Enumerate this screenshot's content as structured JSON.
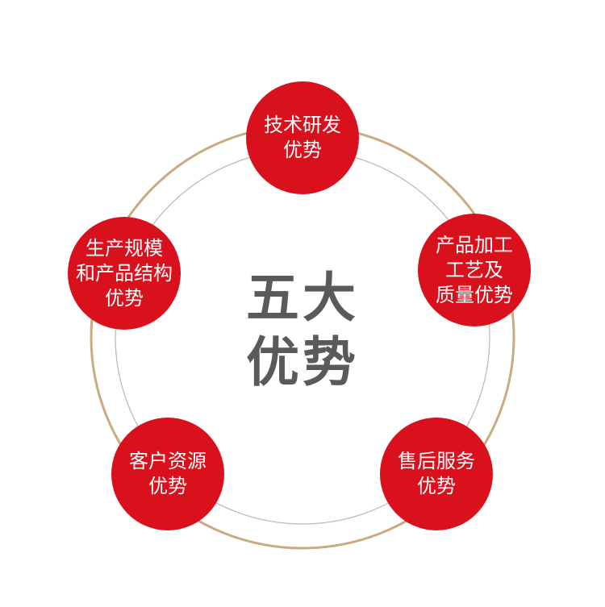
{
  "center": {
    "line1": "五大",
    "line2": "优势"
  },
  "colors": {
    "node_fill": "#d9111d",
    "outer_ring": "#c9ab7f",
    "inner_ring": "#b7b7b7",
    "center_text": "#5a5a5a"
  },
  "nodes": [
    {
      "lines": [
        "技术研发",
        "优势"
      ]
    },
    {
      "lines": [
        "产品加工",
        "工艺及",
        "质量优势"
      ]
    },
    {
      "lines": [
        "售后服务",
        "优势"
      ]
    },
    {
      "lines": [
        "客户资源",
        "优势"
      ]
    },
    {
      "lines": [
        "生产规模",
        "和产品结构",
        "优势"
      ]
    }
  ]
}
